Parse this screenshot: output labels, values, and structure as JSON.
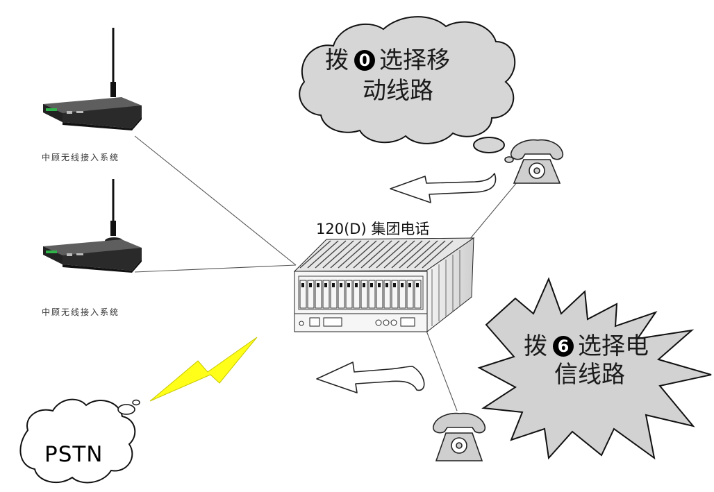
{
  "devices": {
    "wireless_top_label": "中顾无线接入系统",
    "wireless_bottom_label": "中顾无线接入系统"
  },
  "pbx": {
    "label": "120(D) 集团电话"
  },
  "bubble_mobile": {
    "prefix": "拨",
    "digit": "0",
    "line1_rest": "选择移",
    "line2": "动线路"
  },
  "bubble_telecom": {
    "prefix": "拨",
    "digit": "6",
    "line1_rest": "选择电",
    "line2": "信线路"
  },
  "pstn": {
    "label": "PSTN"
  },
  "colors": {
    "cloud_fill": "#d6d6d6",
    "lightning_fill": "#ffff1a",
    "phone_fill": "#cfcfcf",
    "device_top": "#5e5e5e",
    "device_front": "#2a2a2a"
  }
}
